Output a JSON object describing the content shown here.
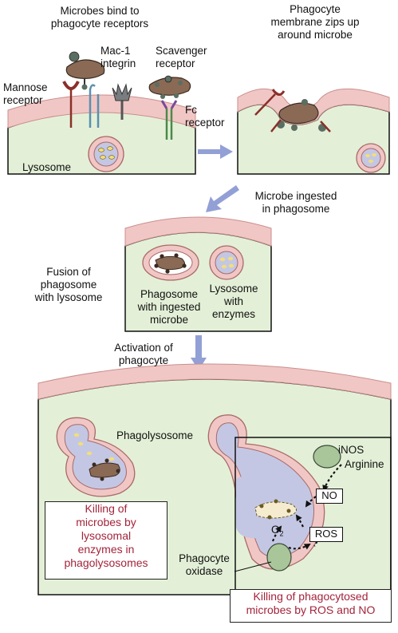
{
  "labels": {
    "microbes_bind": [
      "Microbes bind to",
      "phagocyte receptors"
    ],
    "mac1": [
      "Mac-1",
      "integrin"
    ],
    "scavenger": [
      "Scavenger",
      "receptor"
    ],
    "mannose": [
      "Mannose",
      "receptor"
    ],
    "fc": [
      "Fc",
      "receptor"
    ],
    "lysosome": "Lysosome",
    "membrane_zips": [
      "Phagocyte",
      "membrane zips up",
      "around microbe"
    ],
    "ingested": [
      "Microbe ingested",
      "in phagosome"
    ],
    "fusion": [
      "Fusion of",
      "phagosome",
      "with lysosome"
    ],
    "phagosome_with": [
      "Phagosome",
      "with ingested",
      "microbe"
    ],
    "lysosome_with": [
      "Lysosome",
      "with",
      "enzymes"
    ],
    "activation": [
      "Activation of",
      "phagocyte"
    ],
    "phagolysosome": "Phagolysosome",
    "inos": "iNOS",
    "arginine": "Arginine",
    "no": "NO",
    "ros": "ROS",
    "o2": "O",
    "o2_sub": "2",
    "phagocyte_oxidase": [
      "Phagocyte",
      "oxidase"
    ],
    "killing_lysosomal": [
      "Killing of",
      "microbes by",
      "lysosomal",
      "enzymes in",
      "phagolysosomes"
    ],
    "killing_ros_no": [
      "Killing of phagocytosed",
      "microbes by ROS and NO"
    ]
  },
  "colors": {
    "cytoplasm": "#e3f0d7",
    "membrane": "#f1c7c5",
    "membrane_edge": "#c98f8d",
    "phagosome_fill": "#c4c7e3",
    "microbe": "#8a6a55",
    "microbe_knob": "#5a6e62",
    "arrow": "#93a0d6",
    "enzyme_granule": "#f2de7a",
    "title_red": "#a3243b",
    "enzyme_green": "#a9c69b"
  }
}
